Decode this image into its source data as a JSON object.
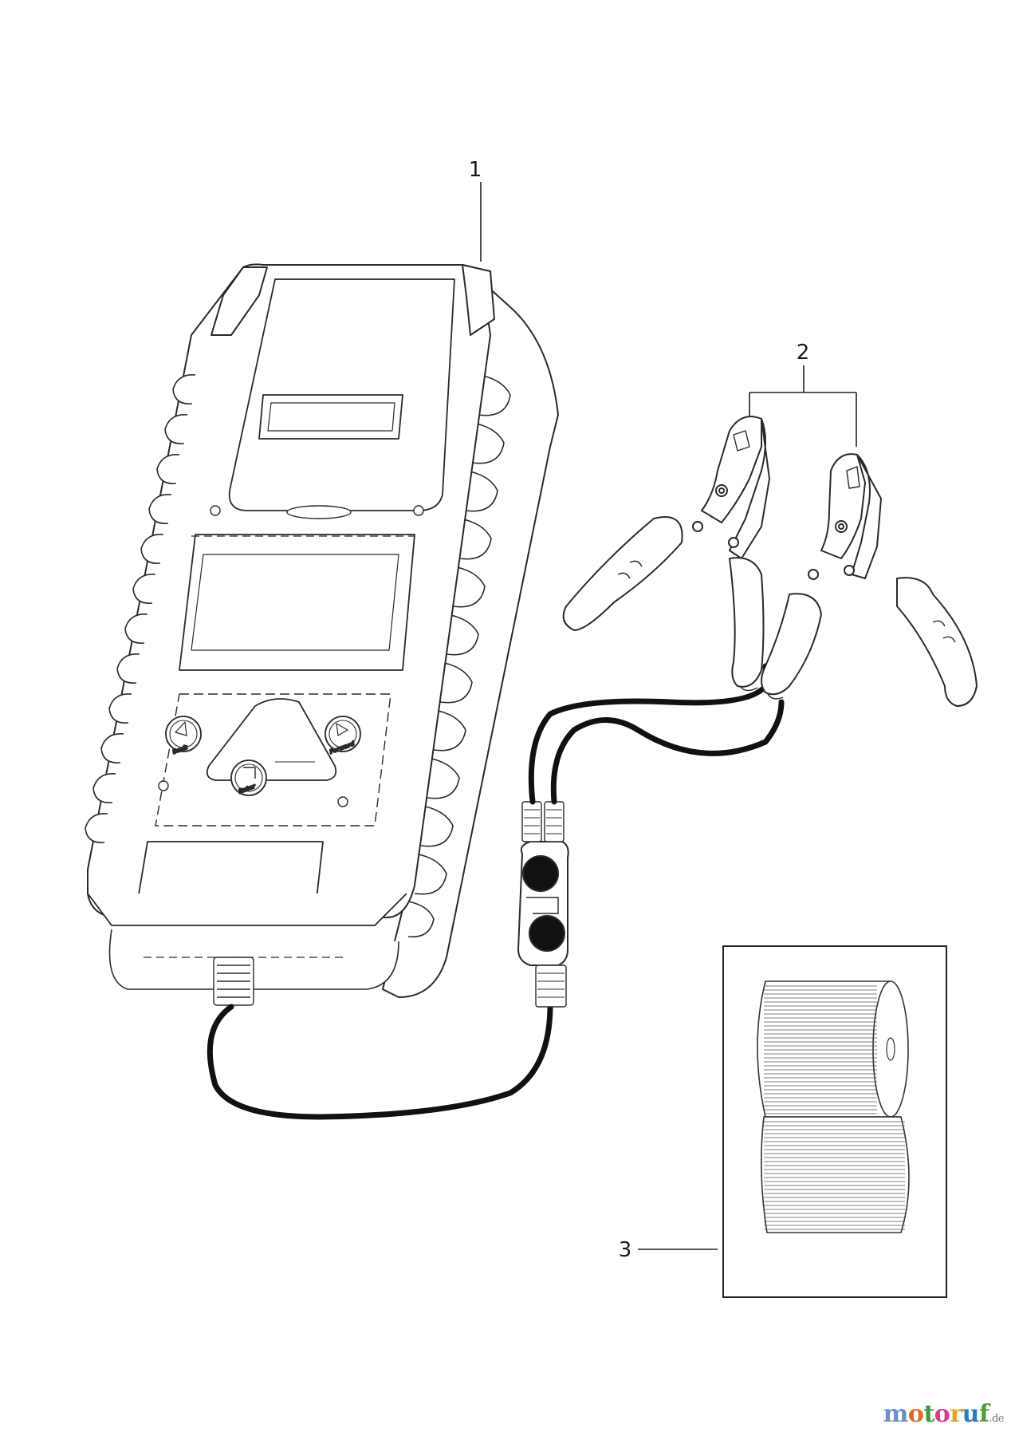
{
  "parts": [
    {
      "number": "1"
    },
    {
      "number": "2"
    },
    {
      "number": "3"
    }
  ],
  "device": {
    "buttons": {
      "back": "Back",
      "forward": "Forward",
      "enter": "Enter"
    }
  },
  "watermark": {
    "letters": [
      "m",
      "o",
      "t",
      "o",
      "r",
      "u",
      "f"
    ],
    "letter_colors": [
      "#6a8fc8",
      "#e0692a",
      "#3c9a3c",
      "#d43c8c",
      "#e3a51c",
      "#2a7cc7",
      "#4d9e3a"
    ],
    "tld": ".de"
  }
}
